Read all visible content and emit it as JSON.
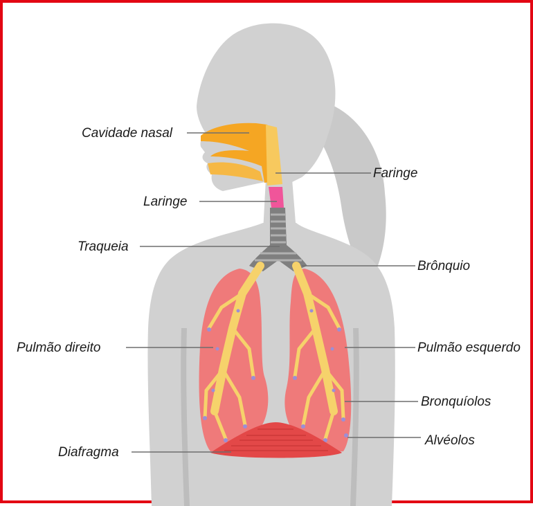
{
  "frame_color": "#e30613",
  "colors": {
    "body": "#d1d1d1",
    "airway": "#f5a623",
    "larynx": "#f0559a",
    "trachea_rings": "#8c8c8c",
    "lungs": "#ef7a7a",
    "bronchi": "#f6d26b",
    "alveoli": "#9b8fd6",
    "diaphragm": "#e34848"
  },
  "labels": {
    "cavidade_nasal": "Cavidade nasal",
    "faringe": "Faringe",
    "laringe": "Laringe",
    "traqueia": "Traqueia",
    "bronquio": "Brônquio",
    "pulmao_direito": "Pulmão direito",
    "pulmao_esquerdo": "Pulmão esquerdo",
    "bronquiolos": "Bronquíolos",
    "alveolos": "Alvéolos",
    "diafragma": "Diafragma"
  }
}
